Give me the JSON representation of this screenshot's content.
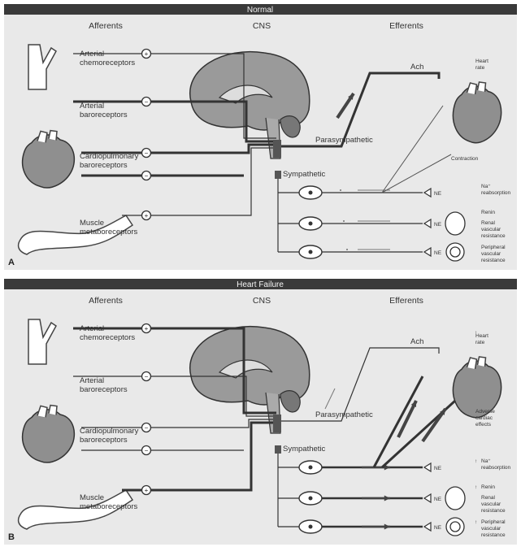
{
  "panels": [
    {
      "title": "Normal",
      "tag": "A",
      "headers": {
        "afferents": "Afferents",
        "cns": "CNS",
        "efferents": "Efferents"
      },
      "afferents": [
        {
          "label": "Arterial\nchemoreceptors",
          "sign": "+"
        },
        {
          "label": "Arterial\nbaroreceptors",
          "sign": "−"
        },
        {
          "label": "Cardiopulmonary\nbaroreceptors",
          "sign": "−"
        },
        {
          "label": "Muscle\nmetaboreceptors",
          "sign": "+"
        }
      ],
      "cns_labels": {
        "parasympathetic": "Parasympathetic",
        "sympathetic": "Sympathetic"
      },
      "efferent_labels": {
        "ach": "Ach",
        "heart_rate": "Heart\nrate",
        "contraction": "Contraction",
        "na_reabsorption": "Na⁺\nreabsorption",
        "renin": "Renin",
        "renal_resistance": "Renal\nvascular\nresistance",
        "peripheral_resistance": "Peripheral\nvascular\nresistance",
        "ne": "NE"
      }
    },
    {
      "title": "Heart Failure",
      "tag": "B",
      "headers": {
        "afferents": "Afferents",
        "cns": "CNS",
        "efferents": "Efferents"
      },
      "afferents": [
        {
          "label": "Arterial\nchemoreceptors",
          "sign": "+"
        },
        {
          "label": "Arterial\nbaroreceptors",
          "sign": "−"
        },
        {
          "label": "Cardiopulmonary\nbaroreceptors",
          "sign": "−"
        },
        {
          "label": "Muscle\nmetaboreceptors",
          "sign": "+"
        }
      ],
      "cns_labels": {
        "parasympathetic": "Parasympathetic",
        "sympathetic": "Sympathetic"
      },
      "efferent_labels": {
        "ach": "Ach",
        "heart_rate": "Heart\nrate",
        "adverse": "Adverse\ncardiac\neffects",
        "na_reabsorption": "Na⁺\nreabsorption",
        "renin": "Renin",
        "renal_resistance": "Renal\nvascular\nresistance",
        "peripheral_resistance": "Peripheral\nvascular\nresistance",
        "ne": "NE"
      }
    }
  ]
}
